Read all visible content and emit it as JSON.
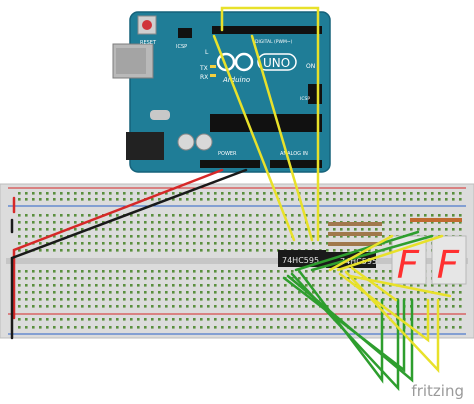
{
  "arduino": {
    "reset_label": "RESET",
    "icsp_label": "ICSP",
    "icsp2_label": "ICSP",
    "l_label": "L",
    "tx_label": "TX",
    "rx_label": "RX",
    "on_label": "ON",
    "brand_label": "Arduino",
    "uno_label": "UNO",
    "digital_label": "DIGITAL (PWM~)",
    "power_label": "POWER",
    "analog_label": "ANALOG IN"
  },
  "breadboard": {
    "chip_label_1": "74HC595",
    "chip_label_2": "74HC595"
  },
  "displays": {
    "digit_1": "F",
    "digit_2": "F"
  },
  "footer": {
    "brand": "fritzing"
  },
  "colors": {
    "arduino_board": "#1f7d97",
    "breadboard": "#d9d9d9",
    "wire_red": "#d62828",
    "wire_black": "#1a1a1a",
    "wire_yellow": "#e8e12a",
    "wire_green": "#2e9e2e",
    "segment_on": "#ff3030",
    "chip": "#1a1a1a"
  }
}
